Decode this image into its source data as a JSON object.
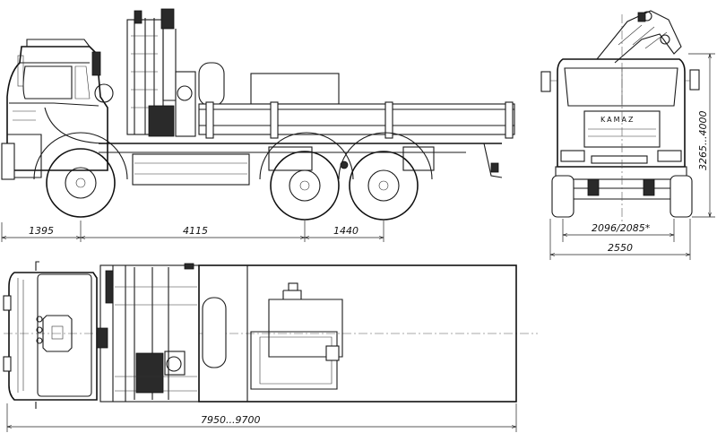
{
  "side_view": {
    "dims": {
      "front_overhang": "1395",
      "wheelbase": "4115",
      "bogie": "1440"
    }
  },
  "front_view": {
    "dims": {
      "height": "3265...4000",
      "track": "2096/2085*",
      "width": "2550"
    },
    "grille_logo": "KAMAZ"
  },
  "top_view": {
    "dims": {
      "length": "7950...9700"
    }
  }
}
